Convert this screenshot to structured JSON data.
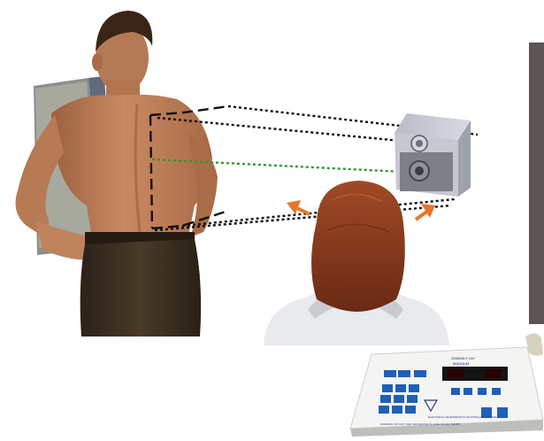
{
  "device": {
    "model_label": "GAMMA X 100",
    "brand_label": "MAGNUM",
    "footer_text": "ELECTRICAL NEUROMUSCULAR STIMULATOR MODEL",
    "warning_text": "WARNING: DO NOT USE THIS DEVICE IN CASE OF ANY DOUBT"
  },
  "colors": {
    "arrow": "#e6772a",
    "center_line": "#2e9a2e",
    "beam_lines": "#111111",
    "side_bar": "#5c5353",
    "console_keys": "#1f5fb8",
    "display": "#141414"
  },
  "icons": [
    "patient-figure",
    "camera-box",
    "observer-head",
    "control-console",
    "pointer-arrow"
  ]
}
